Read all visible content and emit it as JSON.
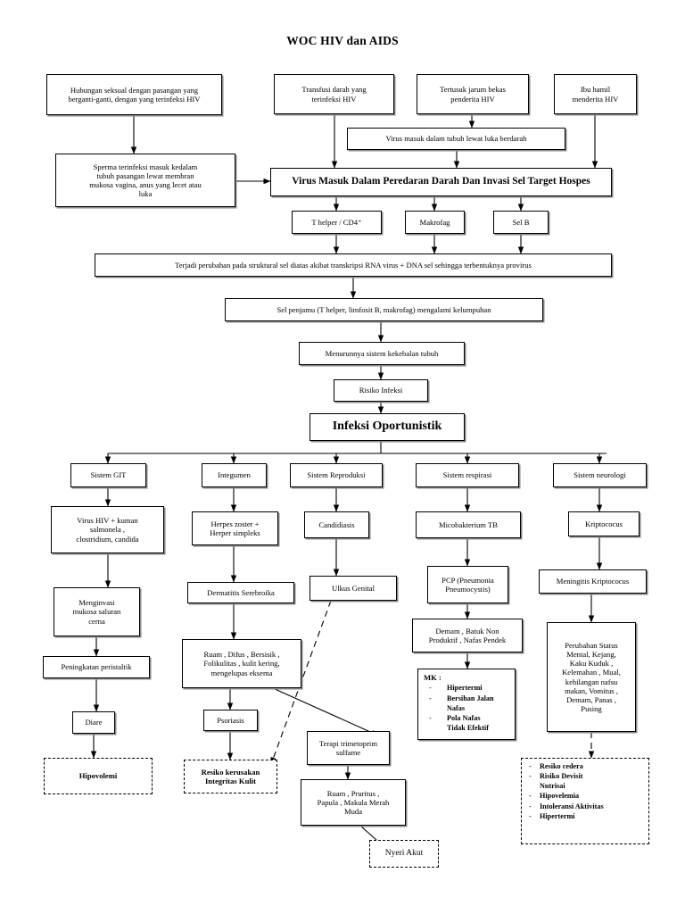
{
  "title": "WOC HIV dan AIDS",
  "colors": {
    "line": "#000000",
    "box_border": "#000000",
    "background": "#ffffff"
  },
  "nodes": {
    "sexual_contact": "Hubungan seksual dengan pasangan yang\nberganti-ganti, dengan yang terinfeksi HIV",
    "blood_transfusion": "Transfusi darah yang\nterinfeksi HIV",
    "needle_stick": "Tertusuk jarum bekas\npenderita HIV",
    "pregnant_mother": "Ibu hamil\nmenderita HIV",
    "sperm_entry": "Sperma terinfeksi masuk kedalam\ntubuh pasangan lewat membran\nmukosa vagina, anus yang lecet atau\nluka",
    "virus_wound": "Virus  masuk dalam tubuh lewat luka berdarah",
    "virus_bloodstream": "Virus Masuk Dalam Peredaran Darah Dan Invasi Sel Target Hospes",
    "t_helper": "T helper / CD4⁺",
    "makrofag": "Makrofag",
    "sel_b": "Sel B",
    "structural_change": "Terjadi perubahan pada struktural sel diatas akibat transkripsi RNA virus + DNA sel sehingga terbentuknya provirus",
    "host_cell_paralysis": "Sel penjamu (T helper, limfosit B, makrofag) mengalami kelumpuhan",
    "immune_decline": "Menurunnya sistem kekebalan tubuh",
    "infection_risk": "Risiko Infeksi",
    "opportunistic_infection": "Infeksi Oportunistik",
    "sistem_git": "Sistem GIT",
    "integumen": "Integumen",
    "sistem_reproduksi": "Sistem Reproduksi",
    "sistem_respirasi": "Sistem respirasi",
    "sistem_neurologi": "Sistem neurologi",
    "git_pathogens": "Virus HIV + kuman\nsalmonela ,\nclostridium, candida",
    "git_invasion": "Menginvasi\nmukosa saluran\ncerna",
    "git_peristaltik": "Peningkatan peristaltik",
    "git_diare": "Diare",
    "git_hipovolemi": "Hipovolemi",
    "integ_herpes": "Herpes zoster +\nHerper simpleks",
    "integ_dermatitis": "Dermatitis Serebroika",
    "integ_ruam": "Ruam , Difus , Bersisik ,\nFolikulitas , kulit kering,\nmengelupas eksema",
    "integ_psoriasis": "Psoriasis",
    "integ_resiko_kulit": "Resiko kerusakan\nIntegritas Kulit",
    "repro_candidiasis": "Candidiasis",
    "repro_ulkus": "Ulkus  Genital",
    "repro_terapi": "Terapi trimetoprim\nsulfame",
    "repro_ruam": "Ruam , Pruritus ,\nPapula , Makula Merah\nMuda",
    "repro_nyeri": "Nyeri Akut",
    "resp_tb": "Micobakterium TB",
    "resp_pcp": "PCP (Pneumonia\nPneumocystis)",
    "resp_gejala": "Demam , Batuk Non\nProduktif , Nafas Pendek",
    "neuro_kriptococus": "Kriptococus",
    "neuro_meningitis": "Meningitis Kriptococus",
    "neuro_perubahan": "Perubahan Status\nMental, Kejang,\nKaku Kuduk ,\nKelemahan , Mual,\nkehilangan nafsu\nmakan, Vomitus ,\nDemam, Panas ,\nPusing"
  },
  "mk_respirasi": {
    "heading": "MK :",
    "items": [
      "Hipertermi",
      "Bersihan Jalan\nNafas",
      "Pola Nafas\nTidak Efektif"
    ]
  },
  "mk_neurologi": {
    "heading": "",
    "items": [
      "Resiko cedera",
      "Risiko Devisit\nNutrisai",
      "Hipovelemia",
      "Intoleransi Aktivitas",
      "Hipertermi"
    ]
  }
}
